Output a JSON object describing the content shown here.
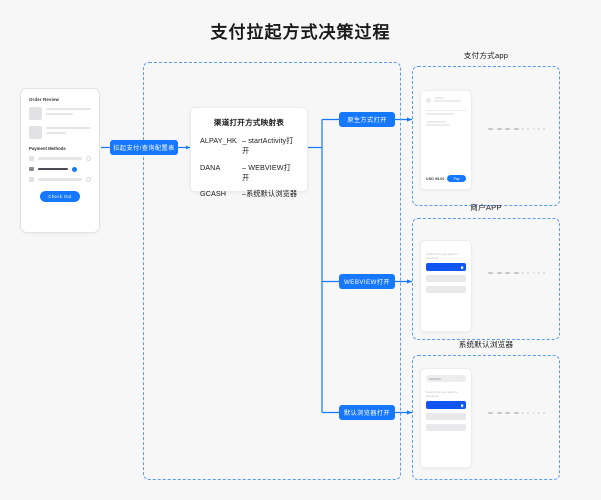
{
  "page": {
    "title": "支付拉起方式决策过程"
  },
  "checkout_card": {
    "order_review_label": "Order Review",
    "payment_methods_label": "Payment Methods",
    "checkout_button_label": "Check Out"
  },
  "entry_pill": {
    "label": "拉起支付/查询配置表"
  },
  "mapping_table": {
    "title": "渠道打开方式映射表",
    "rows": [
      {
        "channel": "ALPAY_HK",
        "mode": "– startActivity打开"
      },
      {
        "channel": "DANA",
        "mode": "– WEBVIEW打开"
      },
      {
        "channel": "GCASH",
        "mode": "–系统默认浏览器"
      }
    ]
  },
  "branches": [
    {
      "pill_label": "原生方式打开",
      "section_caption": "支付方式app",
      "phone": {
        "amount": "USD 99.00",
        "pay_button_label": "Pay"
      }
    },
    {
      "pill_label": "WEBVIEW打开",
      "section_caption": "商户APP",
      "phone": {
        "field_caption": "Select how you want to checkout"
      }
    },
    {
      "pill_label": "默认浏览器打开",
      "section_caption": "系统默认浏览器",
      "phone": {
        "url_dots": "⋯",
        "field_caption": "Select how you want to checkout"
      }
    }
  ],
  "colors": {
    "accent": "#1677ff",
    "dashed_border": "#5a9bf6",
    "background": "#f7f7f7",
    "muted": "#e6e6e8"
  }
}
